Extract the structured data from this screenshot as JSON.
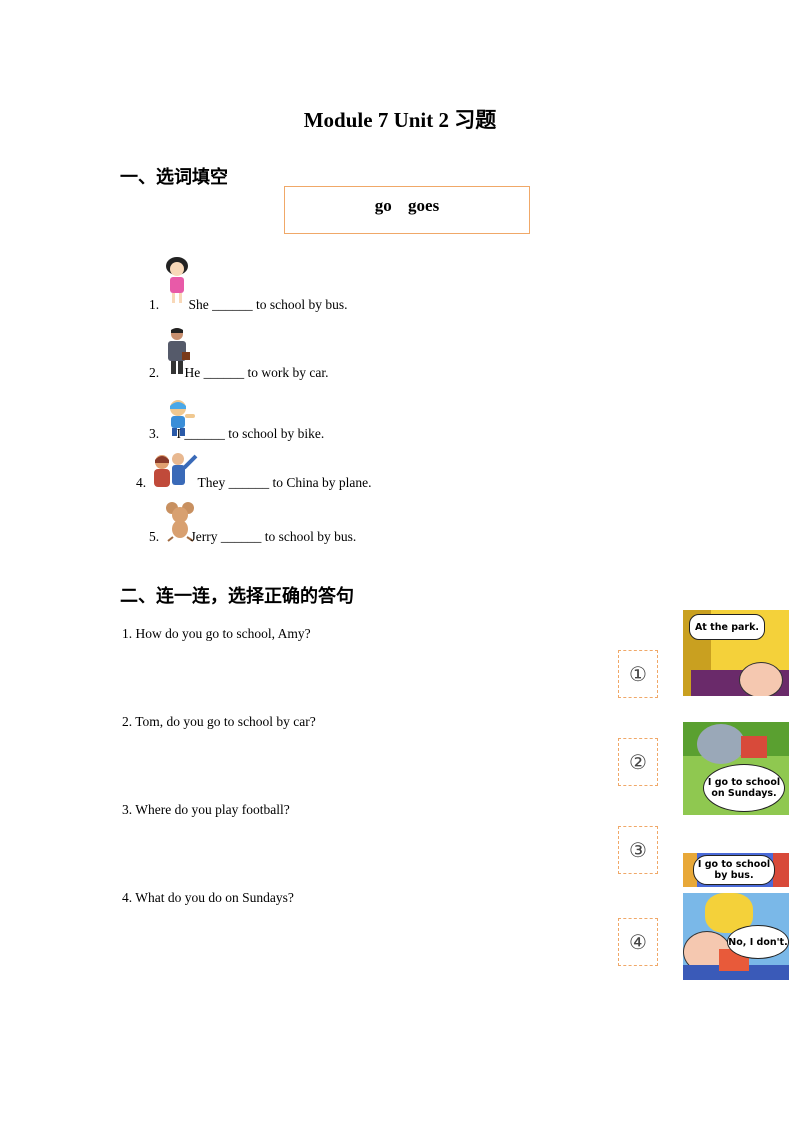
{
  "title": "Module 7 Unit 2 习题",
  "section1": {
    "heading": "一、选词填空",
    "words": [
      "go",
      "goes"
    ],
    "items": [
      {
        "num": "1.",
        "text": "She ______ to school by bus."
      },
      {
        "num": "2.",
        "text": "He ______ to work by car."
      },
      {
        "num": "3.",
        "text": "I ______ to school by bike."
      },
      {
        "num": "4.",
        "text": "They ______ to China by plane."
      },
      {
        "num": "5.",
        "text": "Jerry ______ to school by bus."
      }
    ]
  },
  "section2": {
    "heading": "二、连一连，选择正确的答句",
    "questions": [
      "1.  How do you go to school,  Amy?",
      "2.  Tom, do you go to school by car?",
      "3.  Where do you play football?",
      "4.  What do you do on Sundays?"
    ],
    "markers": [
      "①",
      "②",
      "③",
      "④"
    ],
    "bubbles": [
      "At the park.",
      "I go to school on Sundays.",
      "I go to school by bus.",
      "No, I don't."
    ]
  }
}
